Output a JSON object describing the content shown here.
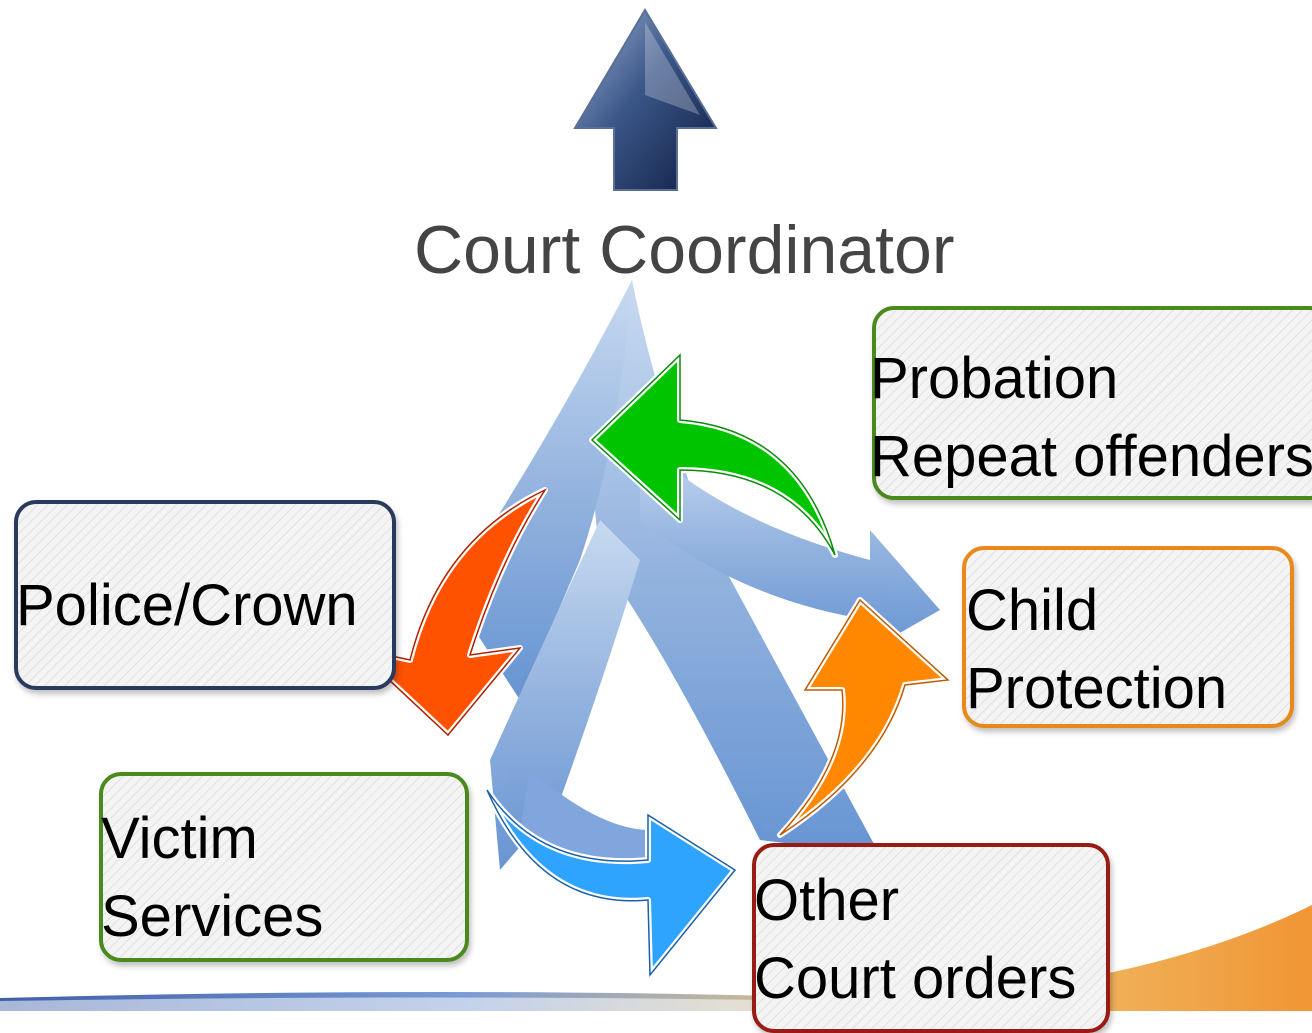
{
  "title": "Court Coordinator",
  "nodes": {
    "probation": {
      "lines": [
        "Probation",
        "Repeat offenders"
      ],
      "color": "#4a8a1c"
    },
    "police": {
      "lines": [
        "Police/Crown"
      ],
      "color": "#2a3a5e"
    },
    "child": {
      "lines": [
        "Child",
        "Protection"
      ],
      "color": "#e8891a"
    },
    "victim": {
      "lines": [
        "Victim",
        "Services"
      ],
      "color": "#4a8a1c"
    },
    "other": {
      "lines": [
        "Other",
        "Court orders"
      ],
      "color": "#9a1a14"
    }
  },
  "arrows": {
    "top": {
      "icon": "up-arrow-icon",
      "color": "#1a2c5a"
    },
    "green": {
      "icon": "curved-arrow-icon",
      "color": "#00c000"
    },
    "red": {
      "icon": "curved-arrow-icon",
      "color": "#ff5500"
    },
    "orange": {
      "icon": "curved-arrow-icon",
      "color": "#ff8800"
    },
    "blue": {
      "icon": "curved-arrow-icon",
      "color": "#2ca0ff"
    }
  }
}
